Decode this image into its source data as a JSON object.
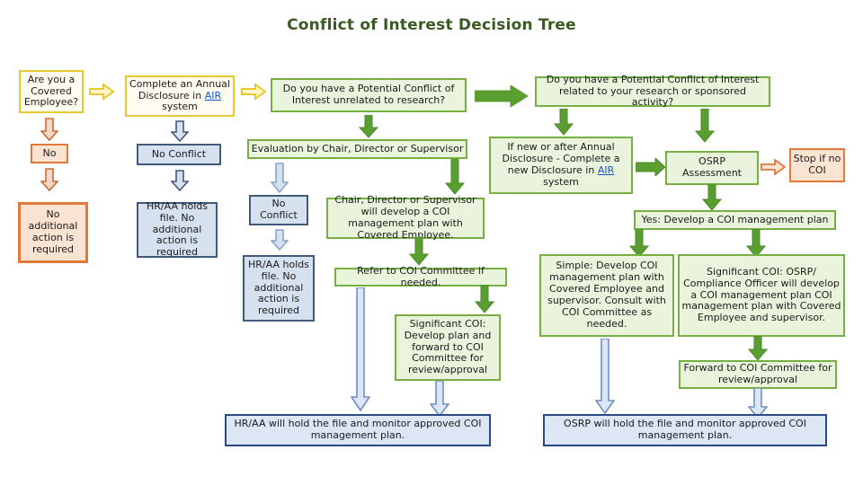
{
  "title": "Conflict of Interest Decision Tree",
  "colors": {
    "title": "#3a5a22",
    "yellow_border": "#e8c832",
    "orange_border": "#e0793a",
    "orange_fill": "#fbe3d2",
    "green_border": "#76b043",
    "green_fill": "#eaf4dd",
    "blue_border": "#41597a",
    "blue_fill": "#d6e1f0",
    "link": "#1155cc"
  },
  "nodes": {
    "covered_employee": "Are you a Covered Employee?",
    "no": "No",
    "no_additional_action": "No additional action is required",
    "annual_disclosure_pre": "Complete an Annual Disclosure in ",
    "annual_disclosure_link": "AIR",
    "annual_disclosure_post": " system",
    "no_conflict_left": "No Conflict",
    "hraa_holds_file_left": "HR/AA holds file. No additional action is required",
    "potential_coi_unrelated": "Do you have a Potential  Conflict of Interest  unrelated to research?",
    "evaluation_by_chair": "Evaluation by Chair, Director or Supervisor",
    "no_conflict_mid": "No Conflict",
    "hraa_holds_file_mid": "HR/AA holds file. No additional action is required",
    "chair_develop_plan": "Chair, Director or Supervisor will develop a COI management plan with Covered Employee.",
    "refer_to_committee": "Refer to COI Committee if needed.",
    "significant_coi_mid": "Significant COI: Develop plan and forward to COI Committee for review/approval",
    "hraa_monitor": "HR/AA will hold the file and monitor approved  COI management plan.",
    "potential_coi_research": "Do you have a Potential  Conflict of Interest related to your research or sponsored activity?",
    "new_disclosure_pre": "If new or after Annual Disclosure  - Complete a new Disclosure in ",
    "new_disclosure_link": "AIR",
    "new_disclosure_post": " system",
    "osrp_assessment": "OSRP Assessment",
    "stop_if_no_coi": "Stop if no COI",
    "yes_develop_plan": "Yes: Develop a COI management plan",
    "simple_develop_plan": "Simple: Develop COI management plan with Covered Employee and supervisor. Consult with COI Committee as needed.",
    "significant_coi_right": "Significant COI: OSRP/ Compliance Officer will develop a COI management plan COI management plan with Covered Employee and supervisor.",
    "forward_to_committee": "Forward to COI Committee for review/approval",
    "osrp_monitor": "OSRP will hold the file and monitor approved  COI management plan."
  }
}
